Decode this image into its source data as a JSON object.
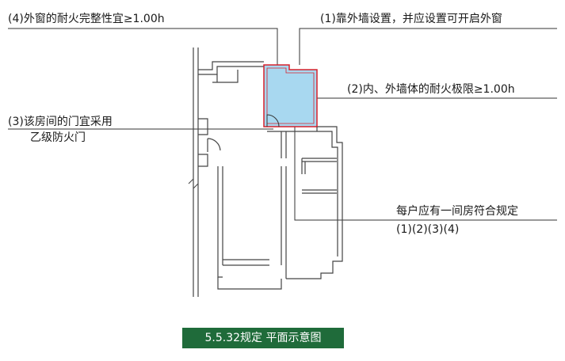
{
  "labels": {
    "window_fire": "(4)外窗的耐火完整性宜≥1.00h",
    "exterior_wall": "(1)靠外墙设置，并应设置可开启外窗",
    "wall_fire": "(2)内、外墙体的耐火极限≥1.00h",
    "door_line1": "(3)该房间的门宜采用",
    "door_line2": "乙级防火门",
    "rule_line1": "每户应有一间房符合规定",
    "rule_line2": "(1)(2)(3)(4)"
  },
  "caption": "5.5.32规定 平面示意图",
  "colors": {
    "room_fill": "#a8d8f0",
    "room_border": "#d6202c",
    "caption_bg": "#1f6b3a",
    "wall": "#444444",
    "leader": "#333333"
  }
}
